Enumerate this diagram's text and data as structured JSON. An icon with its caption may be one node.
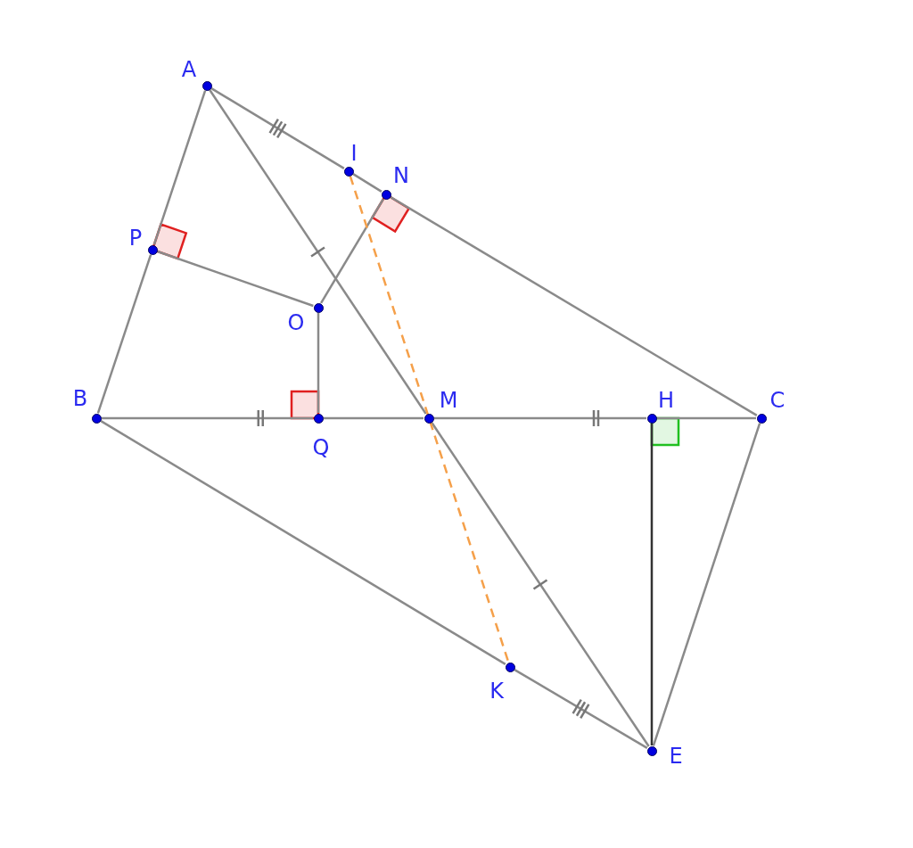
{
  "diagram": {
    "nodes": [
      {
        "text": [],
        "shape": "circle",
        "beside": [
          "A"
        ]
      },
      {
        "text": [],
        "shape": "circle",
        "beside": [
          "I"
        ]
      },
      {
        "text": [],
        "shape": "circle",
        "beside": [
          "N"
        ]
      },
      {
        "text": [],
        "shape": "circle",
        "beside": [
          "P"
        ]
      },
      {
        "text": [],
        "shape": "circle",
        "beside": [
          "O"
        ]
      },
      {
        "text": [],
        "shape": "circle",
        "beside": [
          "B"
        ]
      },
      {
        "text": [],
        "shape": "circle",
        "beside": [
          "Q"
        ]
      },
      {
        "text": [],
        "shape": "circle",
        "beside": [
          "M"
        ]
      },
      {
        "text": [],
        "shape": "circle",
        "beside": [
          "H"
        ]
      },
      {
        "text": [],
        "shape": "circle",
        "beside": [
          "C"
        ]
      },
      {
        "text": [],
        "shape": "circle",
        "beside": [
          "K"
        ]
      },
      {
        "text": [],
        "shape": "circle",
        "beside": [
          "E"
        ]
      }
    ],
    "edges": [
      {
        "from": 0,
        "to": 3,
        "arrow": "none"
      },
      {
        "from": 3,
        "to": 5,
        "arrow": "none"
      },
      {
        "from": 0,
        "to": 1,
        "arrow": "none"
      },
      {
        "from": 1,
        "to": 2,
        "arrow": "none"
      },
      {
        "from": 2,
        "to": 9,
        "arrow": "none"
      },
      {
        "from": 5,
        "to": 6,
        "arrow": "none"
      },
      {
        "from": 6,
        "to": 7,
        "arrow": "none"
      },
      {
        "from": 7,
        "to": 8,
        "arrow": "none"
      },
      {
        "from": 8,
        "to": 9,
        "arrow": "none"
      },
      {
        "from": 5,
        "to": 10,
        "arrow": "none"
      },
      {
        "from": 10,
        "to": 11,
        "arrow": "none"
      },
      {
        "from": 0,
        "to": 7,
        "arrow": "none"
      },
      {
        "from": 7,
        "to": 11,
        "arrow": "none"
      },
      {
        "from": 9,
        "to": 11,
        "arrow": "none"
      },
      {
        "from": 8,
        "to": 11,
        "arrow": "none",
        "color": "#333333"
      },
      {
        "from": 3,
        "to": 4,
        "arrow": "none"
      },
      {
        "from": 2,
        "to": 4,
        "arrow": "none"
      },
      {
        "from": 6,
        "to": 4,
        "arrow": "none"
      },
      {
        "from": 1,
        "to": 10,
        "arrow": "none",
        "style": "dashed",
        "color": "#f5a04a"
      }
    ]
  }
}
